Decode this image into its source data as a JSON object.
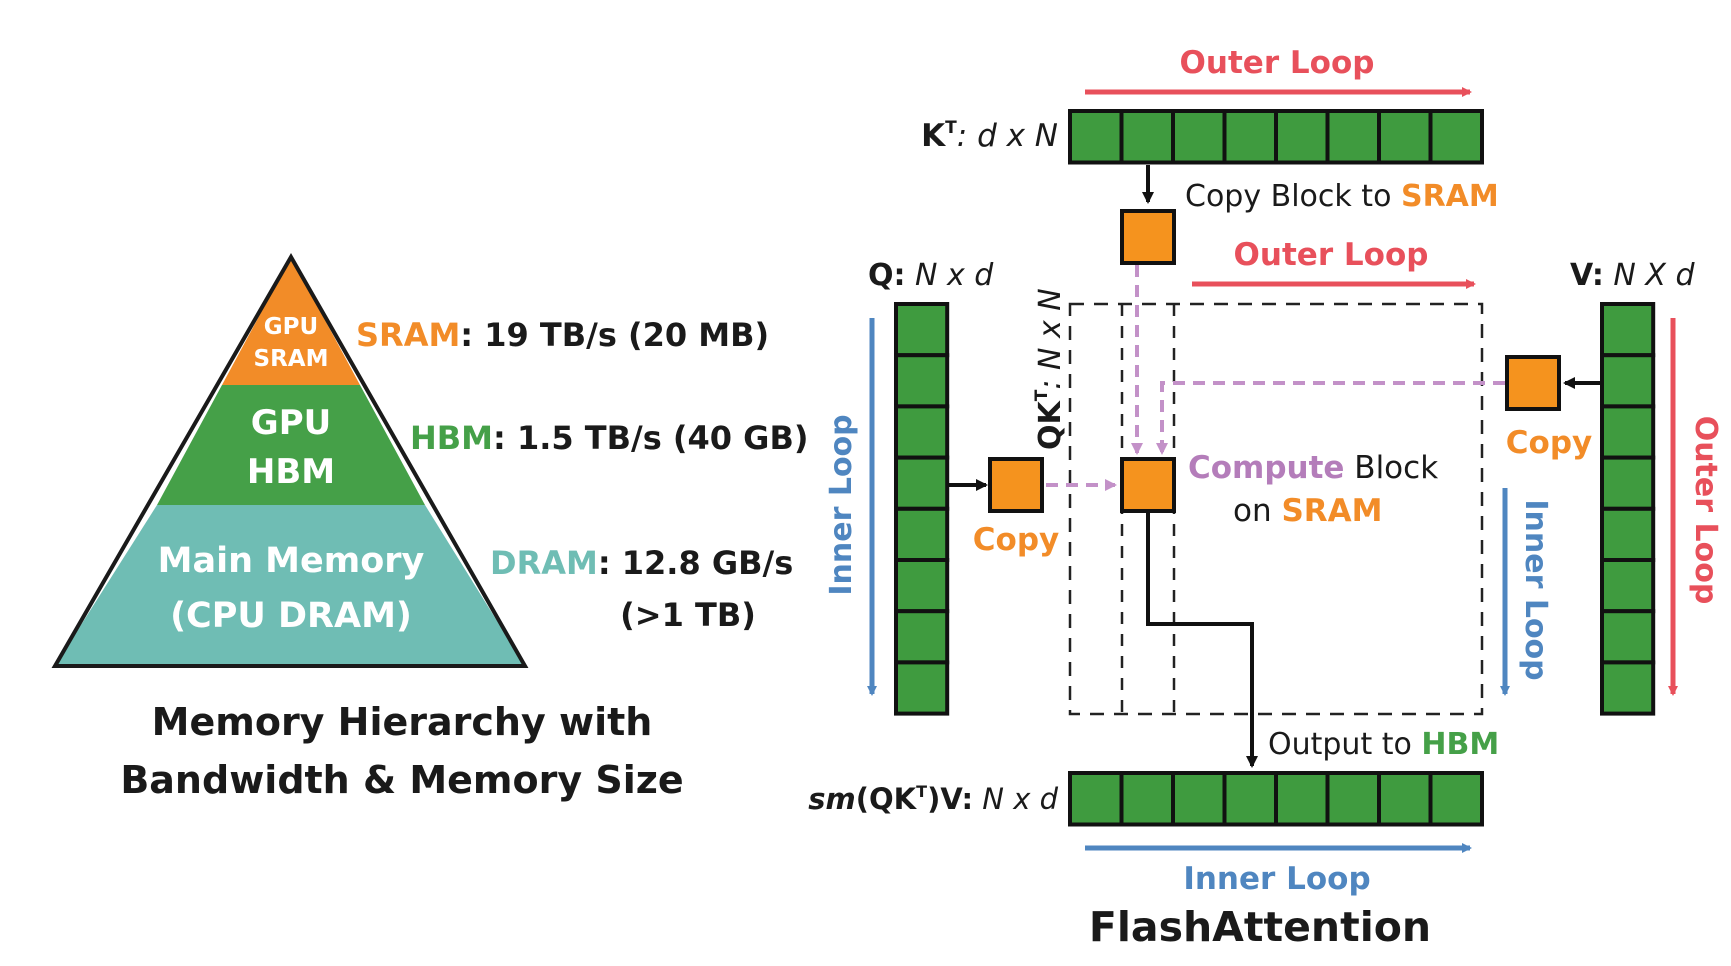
{
  "colors": {
    "sram": "#f28c28",
    "hbm": "#45a048",
    "dram": "#6fbdb4",
    "block_green": "#3f9b3f",
    "orange_block": "#f5931e",
    "outer_loop": "#e8505b",
    "inner_loop": "#4f86c0",
    "dashed_purple": "#c391c8",
    "compute_purple": "#b47dba",
    "text_dark": "#1a1a1a"
  },
  "pyramid": {
    "top_label_1": "GPU",
    "top_label_2": "SRAM",
    "mid_label_1": "GPU",
    "mid_label_2": "HBM",
    "bottom_label_1": "Main Memory",
    "bottom_label_2": "(CPU DRAM)",
    "sram_name": "SRAM",
    "sram_spec": ": 19 TB/s (20 MB)",
    "hbm_name": "HBM",
    "hbm_spec": ": 1.5 TB/s (40 GB)",
    "dram_name": "DRAM",
    "dram_spec": ": 12.8 GB/s",
    "dram_size": "(>1 TB)",
    "caption_1": "Memory Hierarchy with",
    "caption_2": "Bandwidth & Memory Size"
  },
  "flash": {
    "outer_loop_top": "Outer Loop",
    "kt_label": "K",
    "kt_sup": "T",
    "kt_dims": ": d x N",
    "copy_block_prefix": "Copy Block to ",
    "copy_block_target": "SRAM",
    "outer_loop_mid": "Outer Loop",
    "q_label": "Q:",
    "q_dims": " N x d",
    "qkt_label": "QK",
    "qkt_sup": "T",
    "qkt_dims": ": N x N",
    "v_label": "V:",
    "v_dims": " N X d",
    "inner_loop_left": "Inner Loop",
    "copy_left": "Copy",
    "compute_word": "Compute",
    "block_word": " Block",
    "on_word": "on ",
    "on_target": "SRAM",
    "copy_right": "Copy",
    "inner_loop_right": "Inner Loop",
    "outer_loop_right": "Outer Loop",
    "output_prefix": "Output to ",
    "output_target": "HBM",
    "sm_label_ital": "sm",
    "sm_label_mid": "(QK",
    "sm_label_sup": "T",
    "sm_label_end": ")V:",
    "sm_dims": " N x d",
    "inner_loop_bottom": "Inner Loop",
    "title": "FlashAttention"
  }
}
